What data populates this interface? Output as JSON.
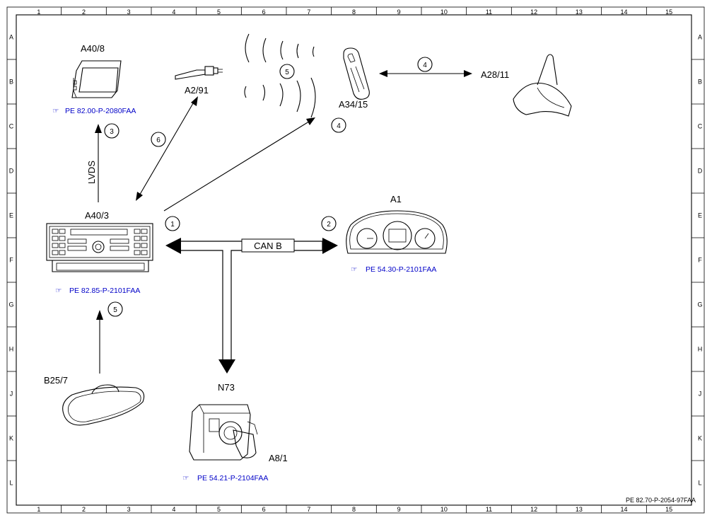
{
  "grid": {
    "columns": [
      "1",
      "2",
      "3",
      "4",
      "5",
      "6",
      "7",
      "8",
      "9",
      "10",
      "11",
      "12",
      "13",
      "14",
      "15"
    ],
    "rows": [
      "A",
      "B",
      "C",
      "D",
      "E",
      "F",
      "G",
      "H",
      "J",
      "K",
      "L"
    ]
  },
  "components": {
    "a40_8": {
      "label": "A40/8",
      "ref": "PE 82.00-P-2080FAA"
    },
    "a2_91": {
      "label": "A2/91"
    },
    "a34_15": {
      "label": "A34/15"
    },
    "a28_11": {
      "label": "A28/11"
    },
    "a40_3": {
      "label": "A40/3",
      "ref": "PE 82.85-P-2101FAA"
    },
    "a1": {
      "label": "A1",
      "ref": "PE 54.30-P-2101FAA"
    },
    "b25_7": {
      "label": "B25/7"
    },
    "n73": {
      "label": "N73",
      "ref": "PE 54.21-P-2104FAA"
    },
    "a8_1": {
      "label": "A8/1"
    }
  },
  "connections": {
    "lvds": "LVDS",
    "can_b": "CAN B",
    "callouts": [
      "1",
      "2",
      "3",
      "4",
      "4",
      "5",
      "5",
      "6"
    ]
  },
  "doc_id": "PE 82.70-P-2054-97FAA"
}
